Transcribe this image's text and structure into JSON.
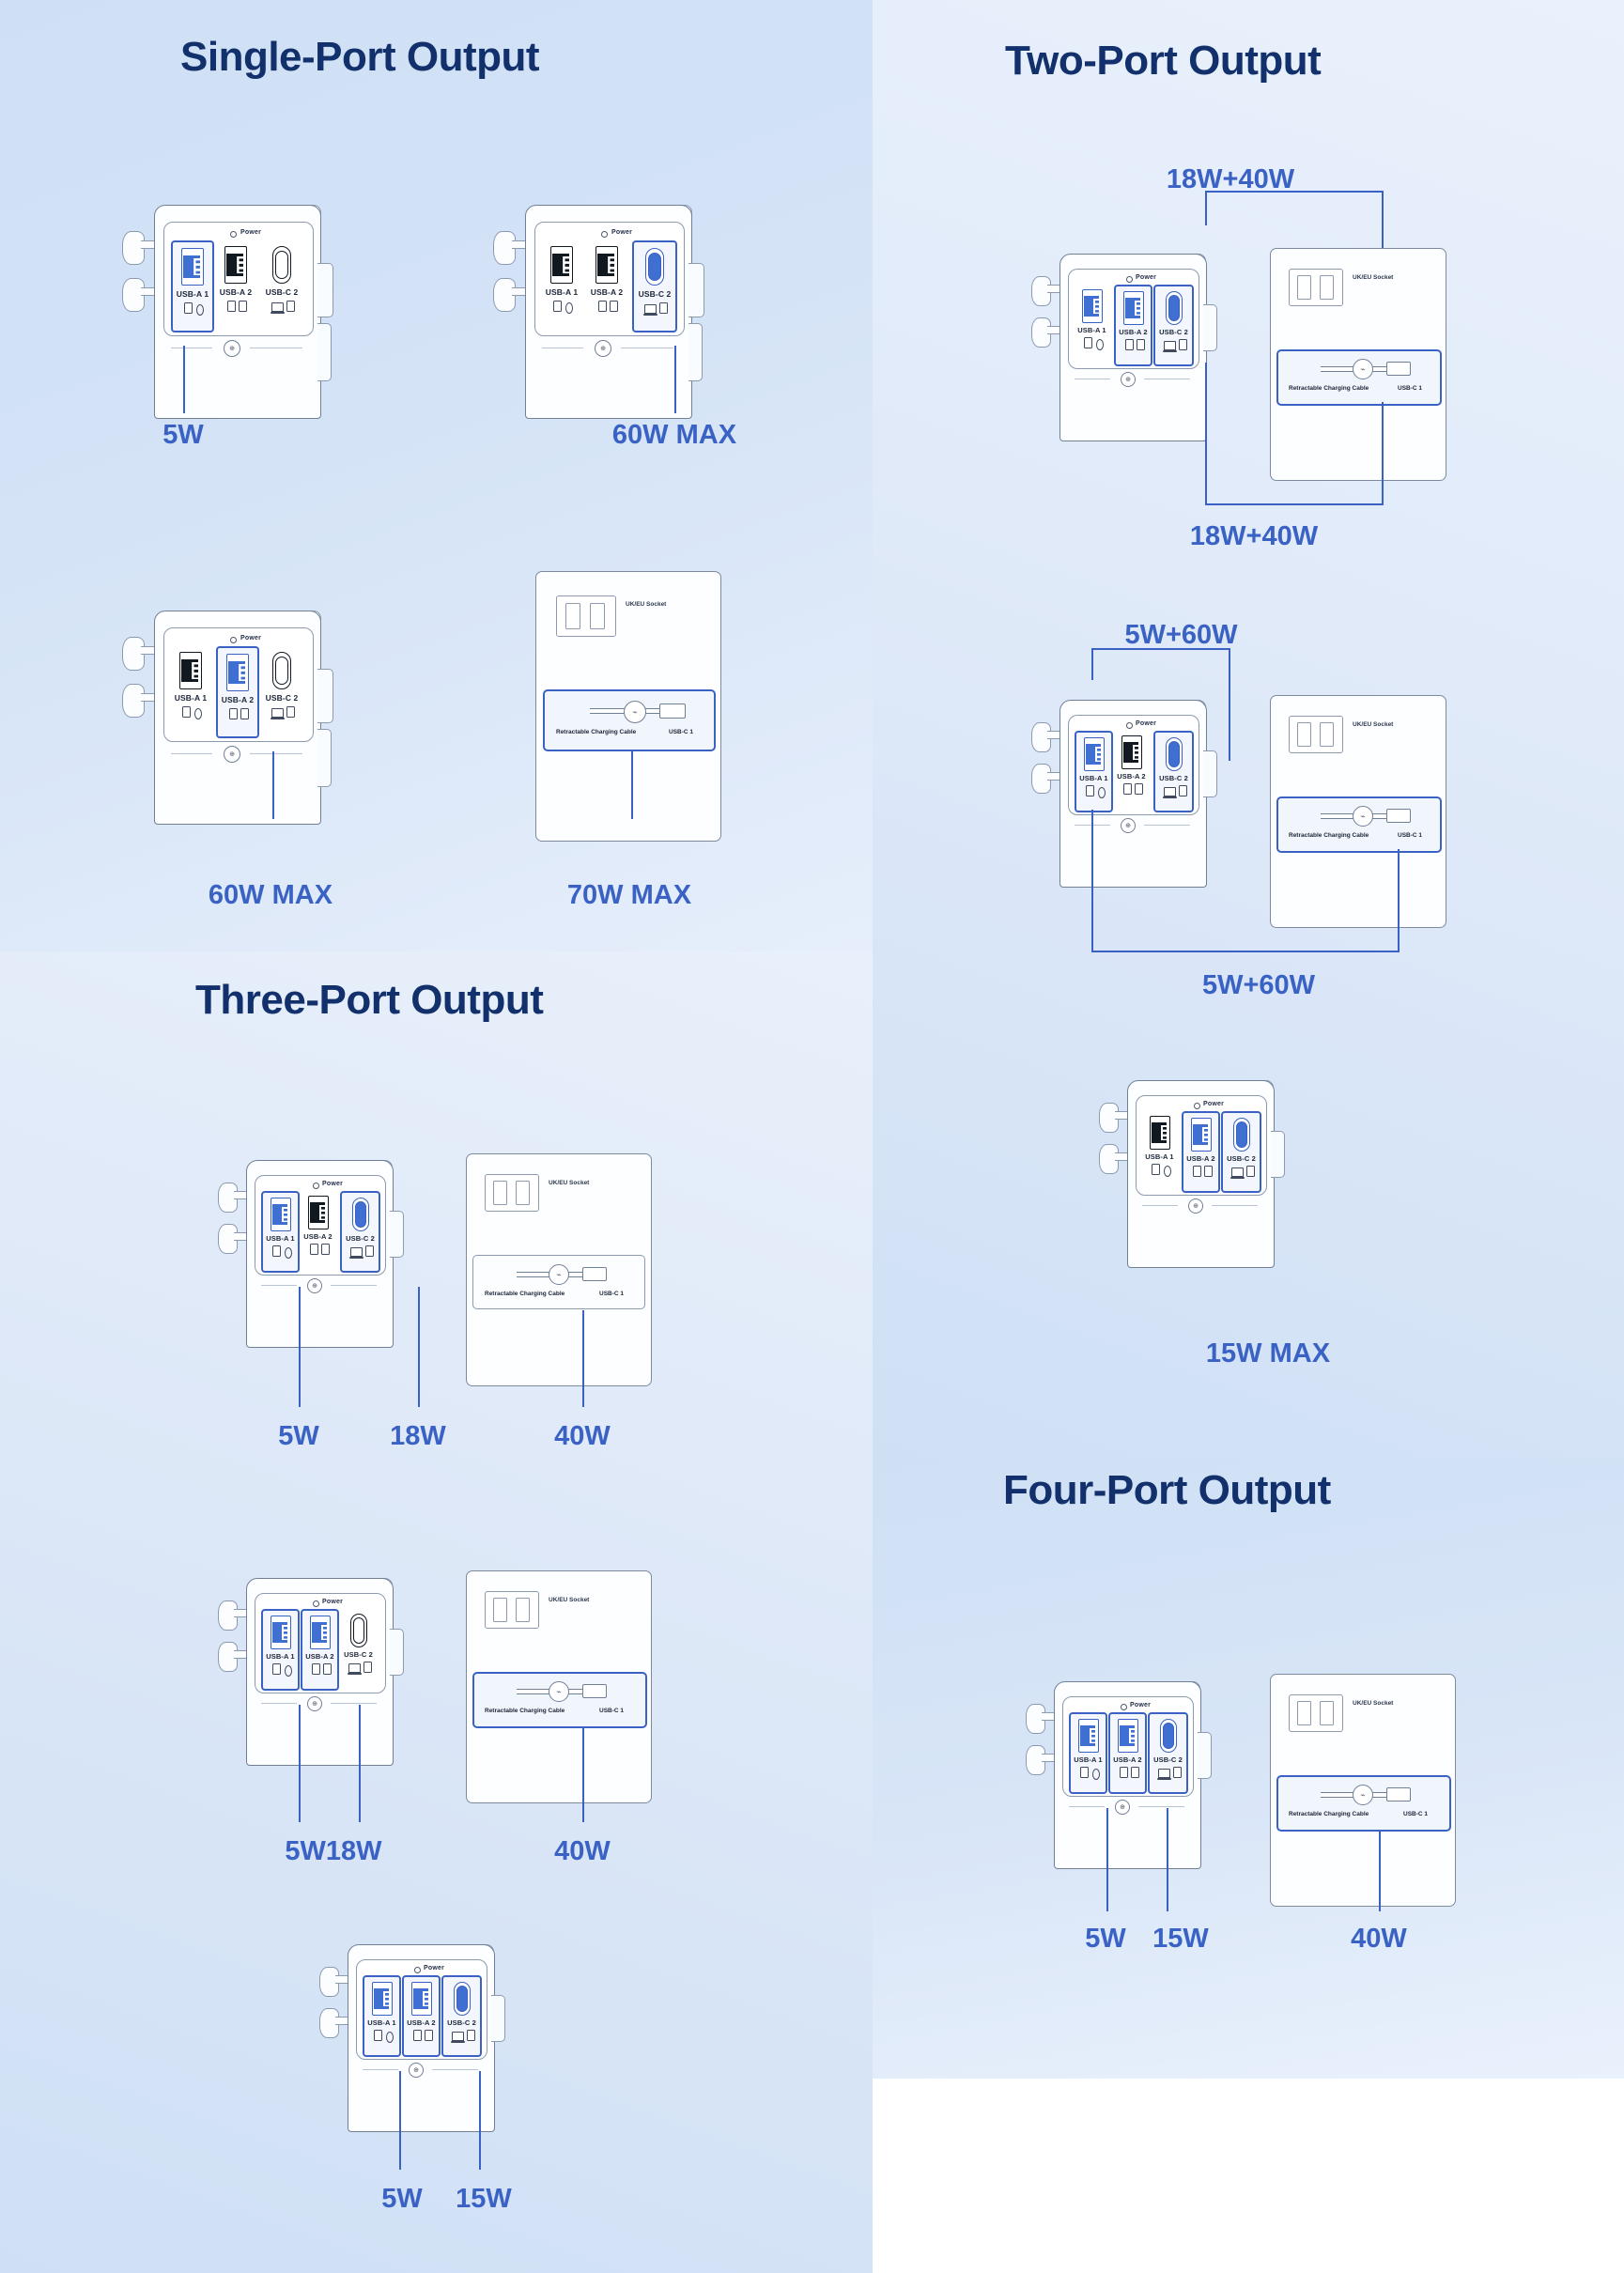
{
  "theme": {
    "title_color": "#12306b",
    "label_color": "#3a62c4",
    "highlight_color": "#3a62c4",
    "panel_bg_light": "#eaf1fc",
    "panel_bg_blue": "#cfe0f5"
  },
  "sections": [
    {
      "id": "single",
      "title": "Single-Port Output"
    },
    {
      "id": "two",
      "title": "Two-Port Output"
    },
    {
      "id": "three",
      "title": "Three-Port Output"
    },
    {
      "id": "four",
      "title": "Four-Port Output"
    }
  ],
  "device_labels": {
    "power": "Power",
    "usb_a1": "USB-A 1",
    "usb_a2": "USB-A 2",
    "usb_c2": "USB-C 2",
    "uk_socket": "UK/EU Socket",
    "retractable": "Retractable Charging Cable",
    "retractable_port": "USB-C 1"
  },
  "callouts": {
    "single": [
      {
        "id": "s1",
        "text": "5W",
        "port": "usb_a1"
      },
      {
        "id": "s2",
        "text": "60W MAX",
        "port": "usb_c2"
      },
      {
        "id": "s3",
        "text": "60W MAX",
        "port": "usb_a2"
      },
      {
        "id": "s4",
        "text": "70W MAX",
        "port": "retractable"
      }
    ],
    "two": [
      {
        "id": "t1_top",
        "text": "18W+40W",
        "port": "usb_c2+retractable"
      },
      {
        "id": "t1_bottom",
        "text": "18W+40W",
        "port": "usb_c2+retractable"
      },
      {
        "id": "t2_top",
        "text": "5W+60W",
        "port": "usb_a1+usb_c2"
      },
      {
        "id": "t2_bottom",
        "text": "5W+60W",
        "port": "usb_a1+retractable"
      },
      {
        "id": "t3",
        "text": "15W MAX",
        "port": "usb_a2+usb_c2"
      }
    ],
    "three": [
      {
        "id": "th1_a",
        "text": "5W",
        "port": "usb_a1"
      },
      {
        "id": "th1_b",
        "text": "18W",
        "port": "usb_c2"
      },
      {
        "id": "th1_c",
        "text": "40W",
        "port": "retractable"
      },
      {
        "id": "th2_a",
        "text": "5W18W",
        "port": "usb_a1+usb_a2"
      },
      {
        "id": "th2_b",
        "text": "40W",
        "port": "retractable"
      },
      {
        "id": "th3_a",
        "text": "5W",
        "port": "usb_a1"
      },
      {
        "id": "th3_b",
        "text": "15W",
        "port": "usb_a2"
      }
    ],
    "four": [
      {
        "id": "f1",
        "text": "5W",
        "port": "usb_a1"
      },
      {
        "id": "f2",
        "text": "15W",
        "port": "usb_a2"
      },
      {
        "id": "f3",
        "text": "40W",
        "port": "retractable"
      }
    ]
  }
}
